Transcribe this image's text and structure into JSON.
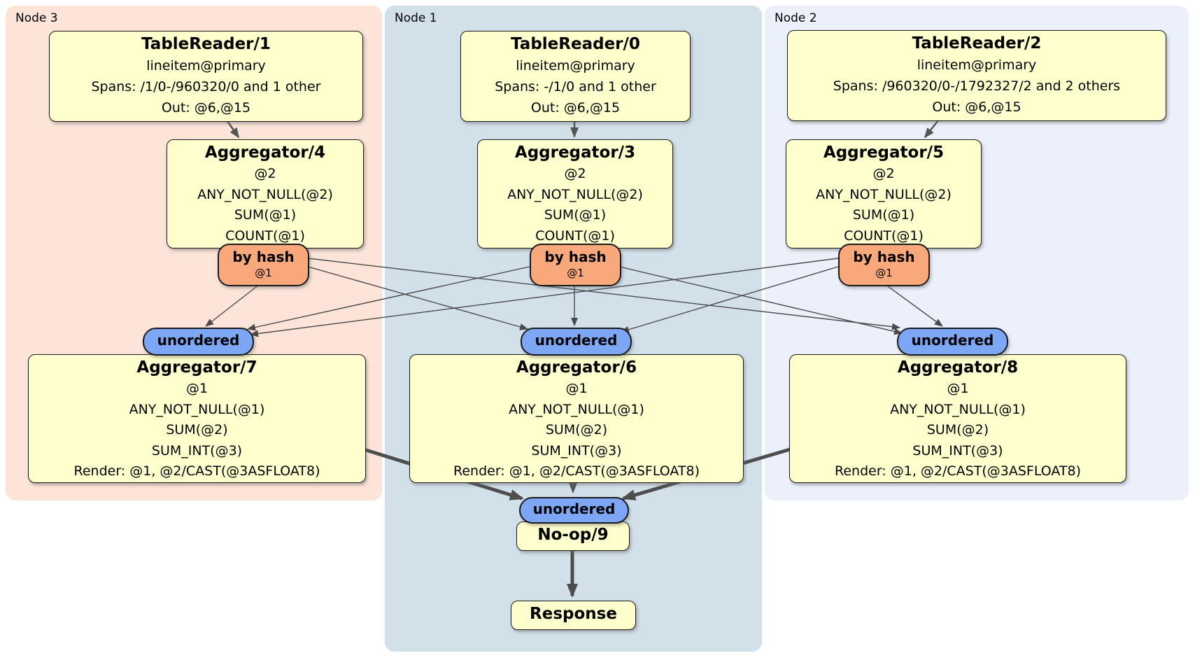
{
  "palette": {
    "background": "#ffffff",
    "node3_panel": "#fce4d8",
    "node1_panel": "#d2e0ea",
    "node2_panel": "#ecf0fa",
    "processor_box": "#ffffcd",
    "router_fill": "#f9a87c",
    "sync_fill": "#7da7f4",
    "border": "#1a1a1a",
    "edge": "#4d4d4d"
  },
  "groups": [
    {
      "label": "Node 3",
      "tablereader": {
        "title": "TableReader/1",
        "lines": [
          "lineitem@primary",
          "Spans: /1/0-/960320/0 and 1 other",
          "Out: @6,@15"
        ]
      },
      "aggregator_top": {
        "title": "Aggregator/4",
        "lines": [
          "@2",
          "ANY_NOT_NULL(@2)",
          "SUM(@1)",
          "COUNT(@1)"
        ]
      },
      "router": {
        "label": "by hash",
        "detail": "@1"
      },
      "sync": {
        "label": "unordered"
      },
      "aggregator_bottom": {
        "title": "Aggregator/7",
        "lines": [
          "@1",
          "ANY_NOT_NULL(@1)",
          "SUM(@2)",
          "SUM_INT(@3)",
          "Render: @1, @2/CAST(@3ASFLOAT8)"
        ]
      }
    },
    {
      "label": "Node 1",
      "tablereader": {
        "title": "TableReader/0",
        "lines": [
          "lineitem@primary",
          "Spans: -/1/0 and 1 other",
          "Out: @6,@15"
        ]
      },
      "aggregator_top": {
        "title": "Aggregator/3",
        "lines": [
          "@2",
          "ANY_NOT_NULL(@2)",
          "SUM(@1)",
          "COUNT(@1)"
        ]
      },
      "router": {
        "label": "by hash",
        "detail": "@1"
      },
      "sync": {
        "label": "unordered"
      },
      "aggregator_bottom": {
        "title": "Aggregator/6",
        "lines": [
          "@1",
          "ANY_NOT_NULL(@1)",
          "SUM(@2)",
          "SUM_INT(@3)",
          "Render: @1, @2/CAST(@3ASFLOAT8)"
        ]
      }
    },
    {
      "label": "Node 2",
      "tablereader": {
        "title": "TableReader/2",
        "lines": [
          "lineitem@primary",
          "Spans: /960320/0-/1792327/2 and 2 others",
          "Out: @6,@15"
        ]
      },
      "aggregator_top": {
        "title": "Aggregator/5",
        "lines": [
          "@2",
          "ANY_NOT_NULL(@2)",
          "SUM(@1)",
          "COUNT(@1)"
        ]
      },
      "router": {
        "label": "by hash",
        "detail": "@1"
      },
      "sync": {
        "label": "unordered"
      },
      "aggregator_bottom": {
        "title": "Aggregator/8",
        "lines": [
          "@1",
          "ANY_NOT_NULL(@1)",
          "SUM(@2)",
          "SUM_INT(@3)",
          "Render: @1, @2/CAST(@3ASFLOAT8)"
        ]
      }
    }
  ],
  "final": {
    "sync": {
      "label": "unordered"
    },
    "noop": {
      "title": "No-op/9"
    },
    "response": {
      "title": "Response"
    }
  }
}
